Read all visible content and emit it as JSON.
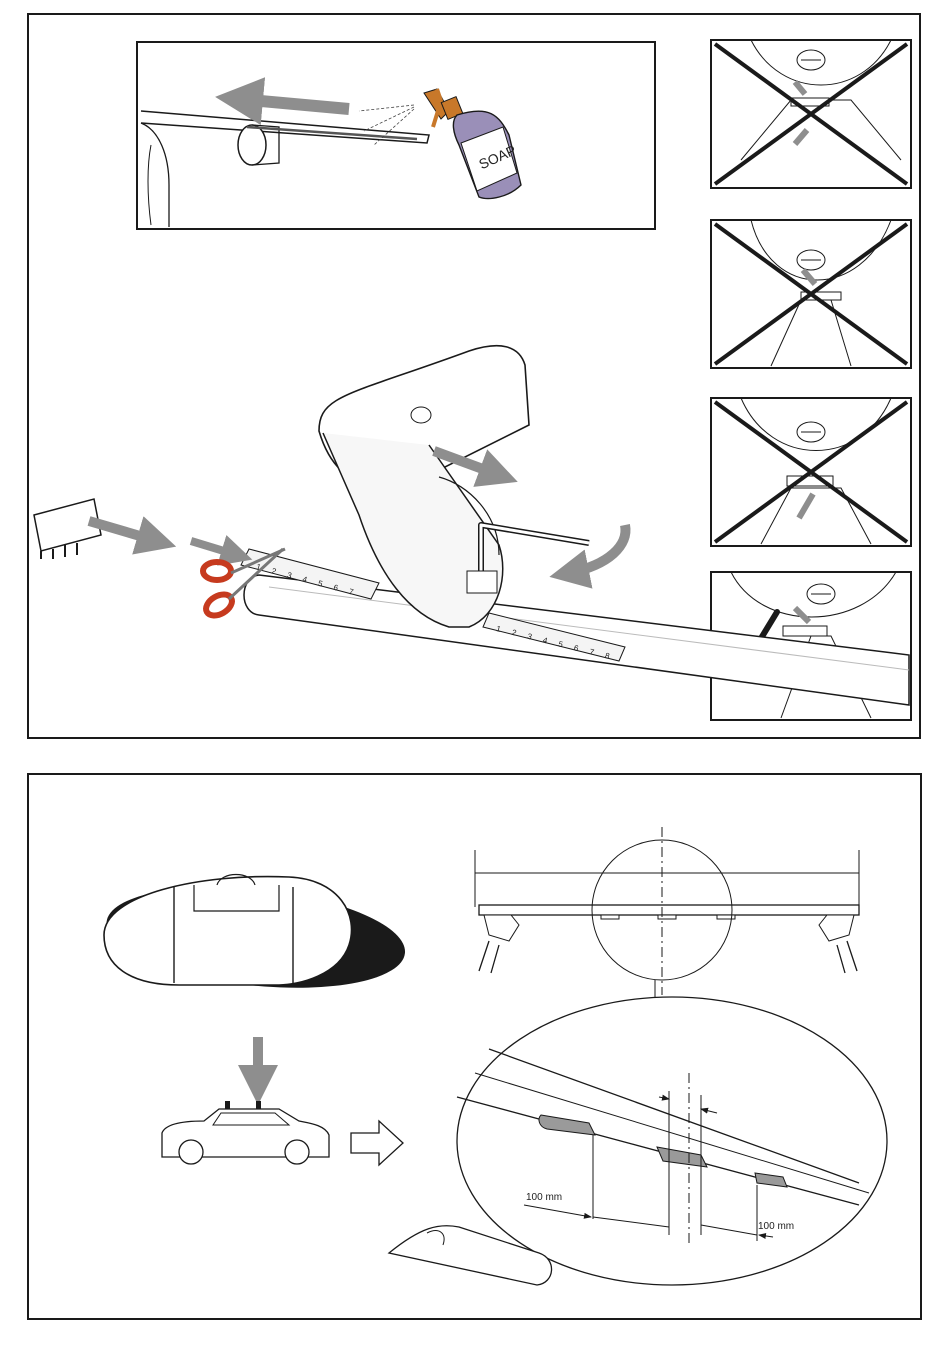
{
  "top_panel": {
    "spray_bottle_label": "SOAP",
    "ruler_digits_short": [
      "1",
      "2",
      "3",
      "4",
      "5",
      "6",
      "7"
    ],
    "ruler_digits_long": [
      "1",
      "2",
      "3",
      "4",
      "5",
      "6",
      "7",
      "8"
    ],
    "check_cells": [
      {
        "status": "wrong"
      },
      {
        "status": "wrong"
      },
      {
        "status": "wrong"
      },
      {
        "status": "correct"
      }
    ]
  },
  "bottom_panel": {
    "distance_label_left": "100 mm",
    "distance_label_right": "100 mm"
  },
  "colors": {
    "line": "#1a1a1a",
    "arrow": "#8e8e8e",
    "scissors": "#c63a1e",
    "bottle": "#9a8fb8",
    "nozzle": "#c8782a",
    "pad": "#9a9a9a"
  }
}
